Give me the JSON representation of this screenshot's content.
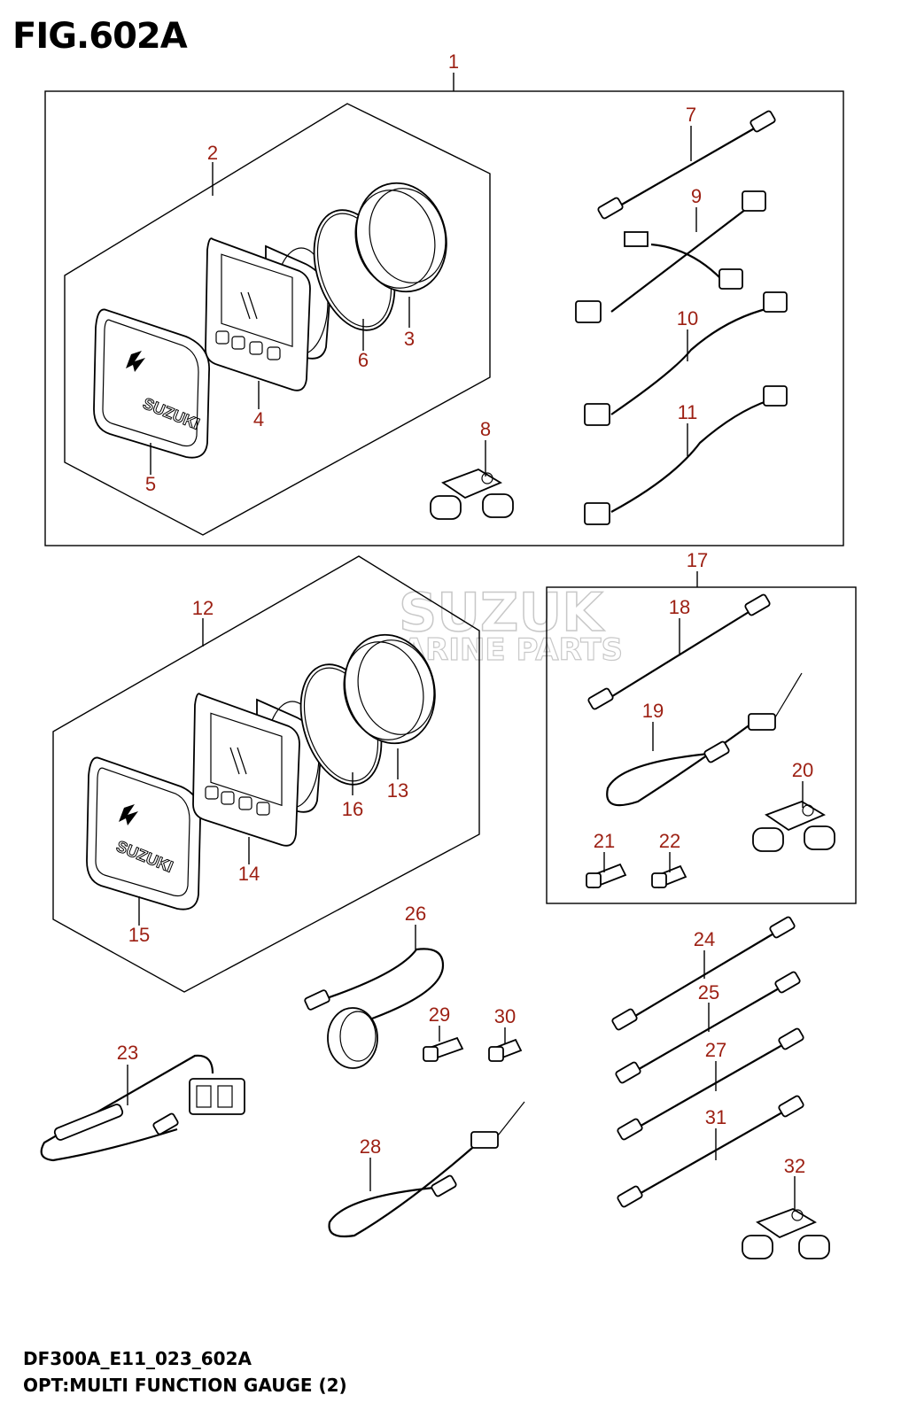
{
  "figure": {
    "title": "FIG.602A",
    "code": "DF300A_E11_023_602A",
    "caption": "OPT:MULTI FUNCTION GAUGE (2)"
  },
  "watermark": {
    "line1": "SUZUK",
    "line2": "MARINE PARTS"
  },
  "callouts": [
    "1",
    "2",
    "3",
    "4",
    "5",
    "6",
    "7",
    "8",
    "9",
    "10",
    "11",
    "12",
    "13",
    "14",
    "15",
    "16",
    "17",
    "18",
    "19",
    "20",
    "21",
    "22",
    "23",
    "24",
    "25",
    "26",
    "27",
    "28",
    "29",
    "30",
    "31",
    "32"
  ],
  "brand_on_gauge": "SUZUKI",
  "colors": {
    "callout": "#9c1f12",
    "line": "#000000",
    "watermark": "#c8c8c8"
  }
}
